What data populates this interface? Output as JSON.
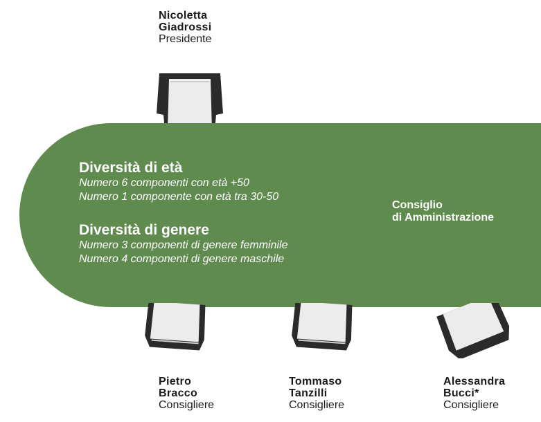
{
  "president": {
    "first": "Nicoletta",
    "last": "Giadrossi",
    "role": "Presidente"
  },
  "table": {
    "age_title": "Diversità di età",
    "age_lines": [
      "Numero 6 componenti con età +50",
      "Numero 1 componente con età tra 30-50"
    ],
    "gender_title": "Diversità di genere",
    "gender_lines": [
      "Numero 3 componenti di genere femminile",
      "Numero 4 componenti di genere maschile"
    ],
    "board_lines": [
      "Consiglio",
      "di Amministrazione"
    ]
  },
  "members": [
    {
      "first": "Pietro",
      "last": "Bracco",
      "role": "Consigliere"
    },
    {
      "first": "Tommaso",
      "last": "Tanzilli",
      "role": "Consigliere"
    },
    {
      "first": "Alessandra",
      "last": "Bucci*",
      "role": "Consigliere"
    }
  ],
  "colors": {
    "table": "#5f8b4f",
    "chair_frame": "#2b2b2b",
    "chair_seat": "#ececec"
  }
}
